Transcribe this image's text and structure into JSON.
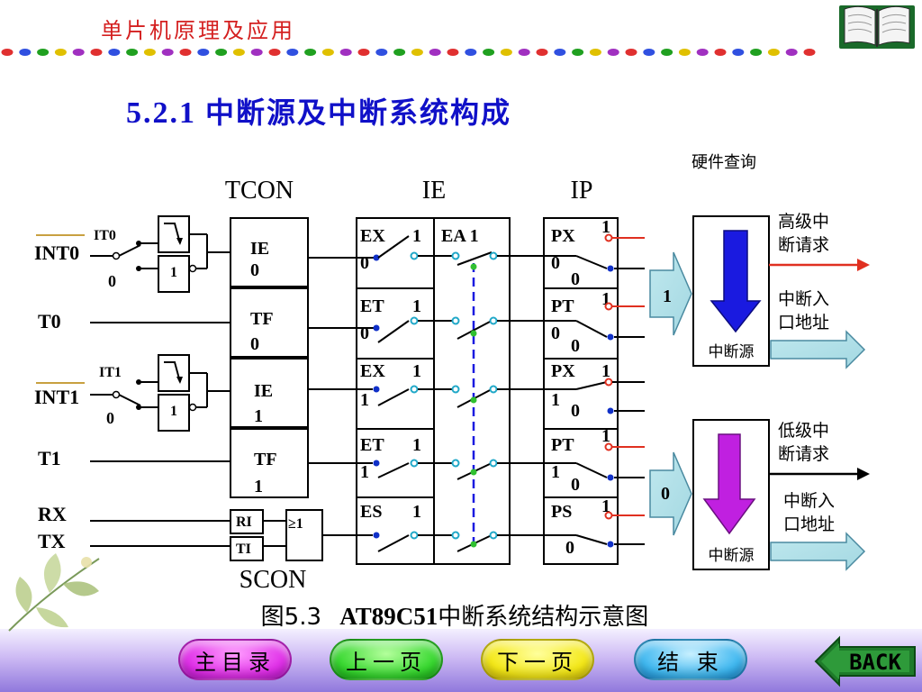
{
  "header": {
    "course_title": "单片机原理及应用",
    "dot_colors": [
      "#e03030",
      "#3050e0",
      "#20a020",
      "#e0c000",
      "#a030c0"
    ]
  },
  "section": {
    "number": "5.2.1",
    "title": "中断源及中断系统构成"
  },
  "diagram": {
    "registers": {
      "tcon": "TCON",
      "ie": "IE",
      "ip": "IP",
      "scon": "SCON"
    },
    "query_label": "硬件查询",
    "sources": {
      "int0": "INT0",
      "t0": "T0",
      "int1": "INT1",
      "t1": "T1",
      "rx": "RX",
      "tx": "TX"
    },
    "trigger_labels": {
      "it0": "IT0",
      "it0_zero": "0",
      "it0_one": "1",
      "it1": "IT1",
      "it1_zero": "0",
      "it1_one": "1"
    },
    "flags": {
      "ie0_a": "IE",
      "ie0_b": "0",
      "tf0_a": "TF",
      "tf0_b": "0",
      "ie1_a": "IE",
      "ie1_b": "1",
      "tf1_a": "TF",
      "tf1_b": "1",
      "ri": "RI",
      "ti": "TI",
      "or_gate": "≥1"
    },
    "enable_bits": {
      "ex0_a": "EX",
      "ex0_one": "1",
      "ex0_b": "0",
      "et0_a": "ET",
      "et0_one": "1",
      "et0_b": "0",
      "ex1_a": "EX",
      "ex1_one": "1",
      "ex1_b": "1",
      "et1_a": "ET",
      "et1_one": "1",
      "et1_b": "1",
      "es_a": "ES",
      "es_one": "1",
      "ea": "EA 1"
    },
    "priority_bits": {
      "px0_a": "PX",
      "px0_one": "1",
      "px0_b": "0",
      "px0_zero": "0",
      "pt0_a": "PT",
      "pt0_one": "1",
      "pt0_b": "0",
      "pt0_zero": "0",
      "px1_a": "PX",
      "px1_one": "1",
      "px1_b": "1",
      "px1_zero": "0",
      "pt1_a": "PT",
      "pt1_one": "1",
      "pt1_b": "1",
      "pt1_zero": "0",
      "ps_a": "PS",
      "ps_one": "1",
      "ps_zero": "0"
    },
    "queues": {
      "high_level": "1",
      "low_level": "0",
      "source_label_high": "中断源",
      "source_label_low": "中断源"
    },
    "outputs": {
      "high_req_line1": "高级中",
      "high_req_line2": "断请求",
      "high_entry_line1": "中断入",
      "high_entry_line2": "口地址",
      "low_req_line1": "低级中",
      "low_req_line2": "断请求",
      "low_entry_line1": "中断入",
      "low_entry_line2": "口地址"
    },
    "colors": {
      "high_arrow": "#1a1ae0",
      "low_arrow": "#c020e0",
      "high_request": "#e03020",
      "switch_dot_blue": "#1030c8",
      "switch_dot_teal": "#20a8c8",
      "switch_dot_green": "#30c030",
      "priority_dot_red": "#e03020"
    }
  },
  "caption": {
    "figure": "图5.3",
    "model": "AT89C51",
    "text": "中断系统结构示意图"
  },
  "footer": {
    "main_menu": "主目录",
    "prev": "上一页",
    "next": "下一页",
    "end": "结 束",
    "back": "BACK"
  }
}
